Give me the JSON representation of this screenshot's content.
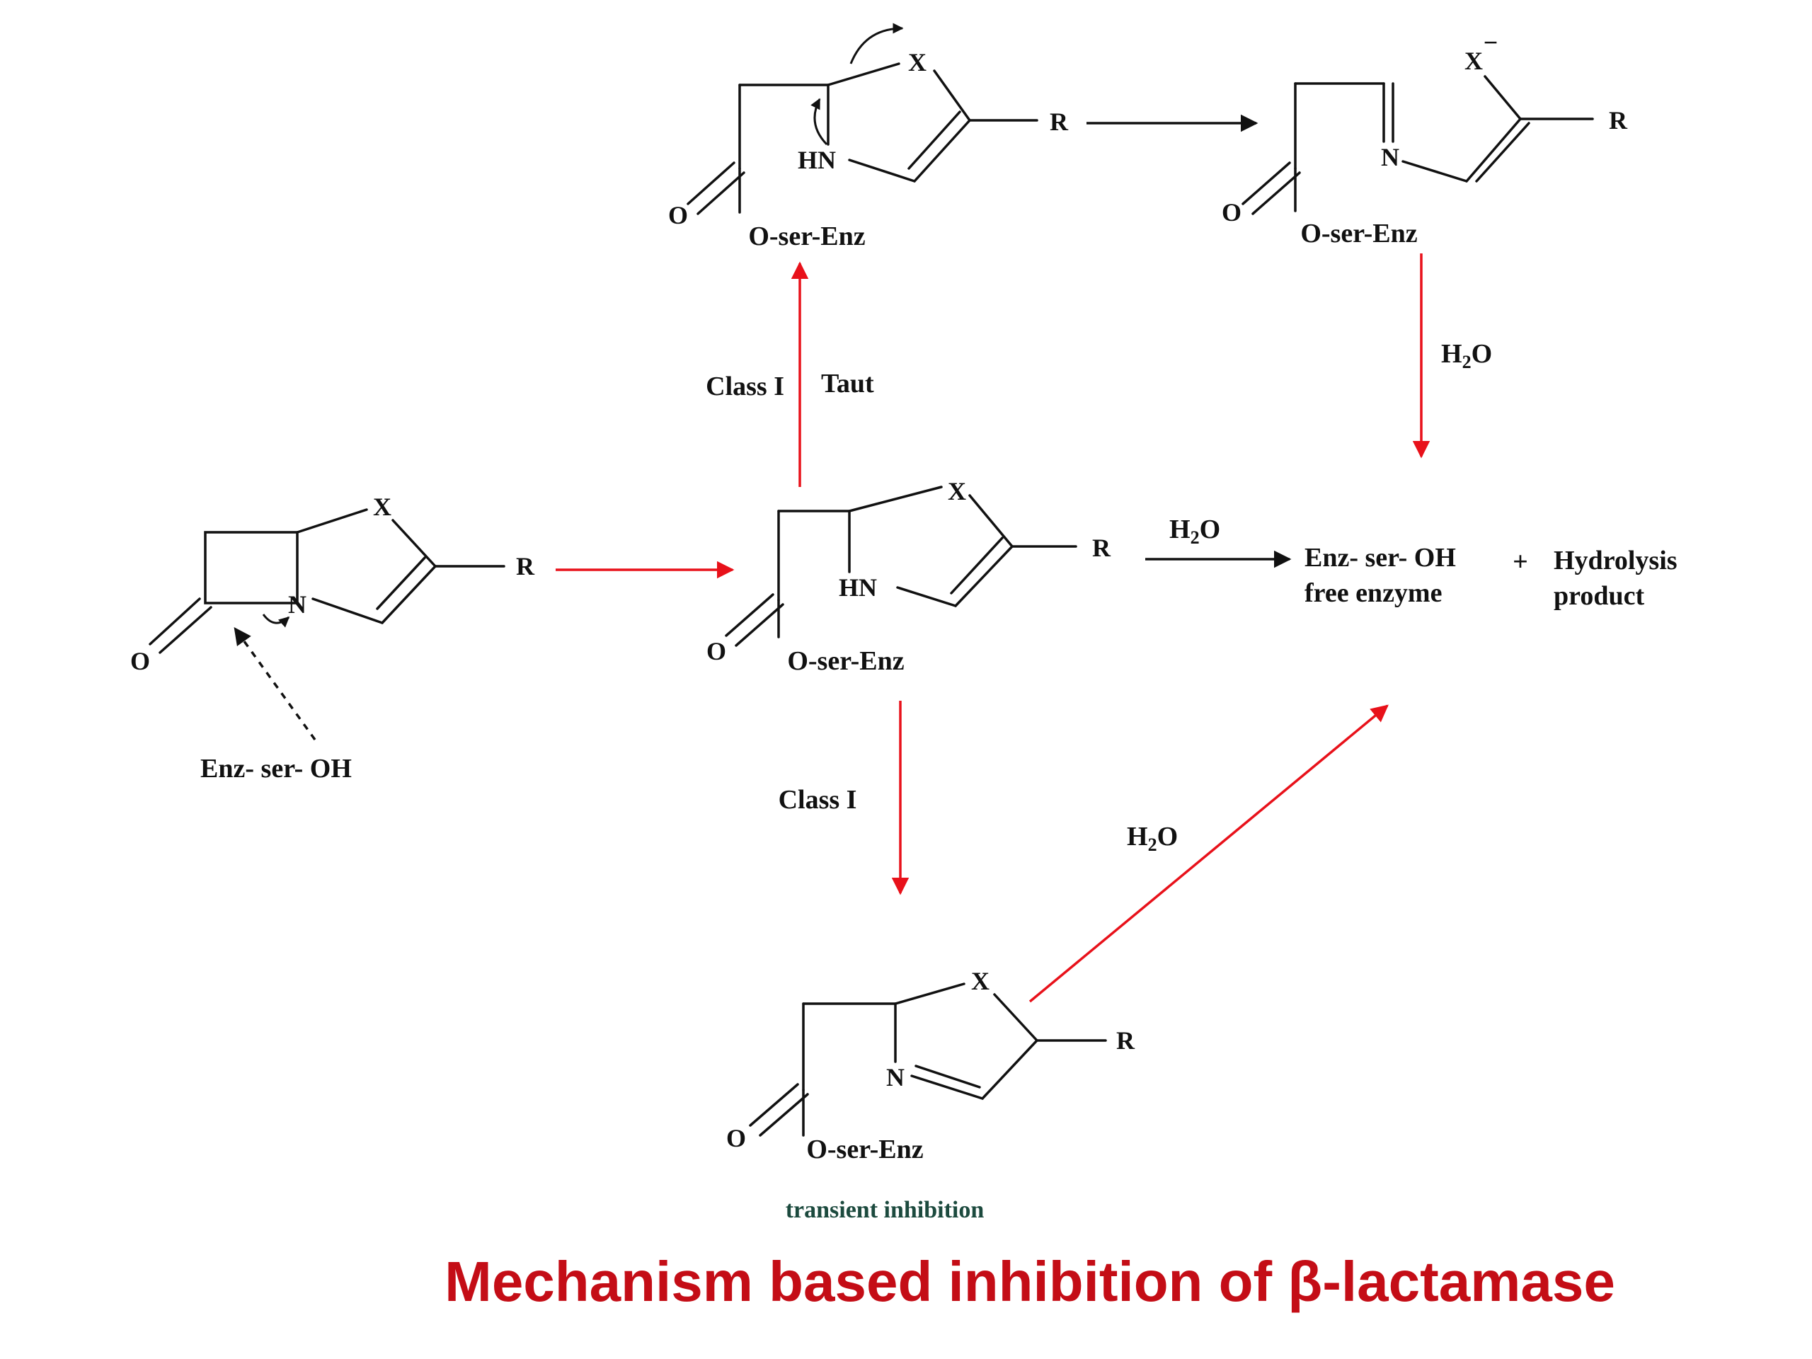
{
  "atoms": {
    "X": "X",
    "R": "R",
    "N": "N",
    "HN": "HN",
    "O": "O",
    "X_minus": "X",
    "minus": "−"
  },
  "groups": {
    "o_ser_enz": "O-ser-Enz",
    "enz_ser_oh": "Enz- ser- OH"
  },
  "labels": {
    "class_i": "Class I",
    "taut": "Taut",
    "h": "H",
    "two": "2",
    "o": "O",
    "plus": "+",
    "enz_ser_oh_product": "Enz- ser- OH",
    "free_enzyme": "free enzyme",
    "hydrolysis": "Hydrolysis",
    "product": "product",
    "transient_inhibition": "transient inhibition"
  },
  "title": "Mechanism based inhibition of β-lactamase",
  "colors": {
    "title": "#c40d16",
    "red_arrow": "#e8111a",
    "note": "#1c4a3e",
    "ink": "#111111"
  }
}
